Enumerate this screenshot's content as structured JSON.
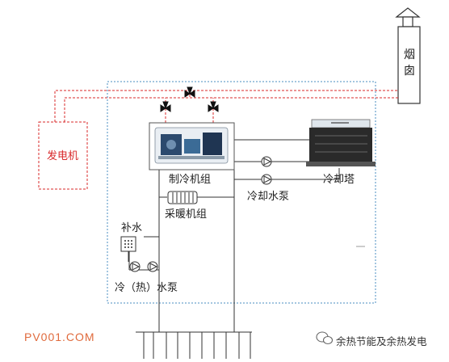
{
  "diagram": {
    "labels": {
      "chimney": "烟囱",
      "generator": "发电机",
      "chiller": "制冷机组",
      "cooling_tower": "冷却塔",
      "cooling_pump": "冷却水泵",
      "heating_unit": "采暖机组",
      "makeup_water": "补水",
      "chw_pump": "冷（热）水泵"
    },
    "watermark_left": "PV001.COM",
    "watermark_right": "余热节能及余热发电",
    "colors": {
      "exhaust": "#d8282a",
      "boundary": "#4a8ec0",
      "pipe": "#333333",
      "equipment_fill": "#e9eef3"
    },
    "icons": [
      "chimney-icon",
      "three-way-valve-icon",
      "pump-icon",
      "heat-exchanger-icon",
      "makeup-tank-icon",
      "wechat-icon"
    ]
  }
}
